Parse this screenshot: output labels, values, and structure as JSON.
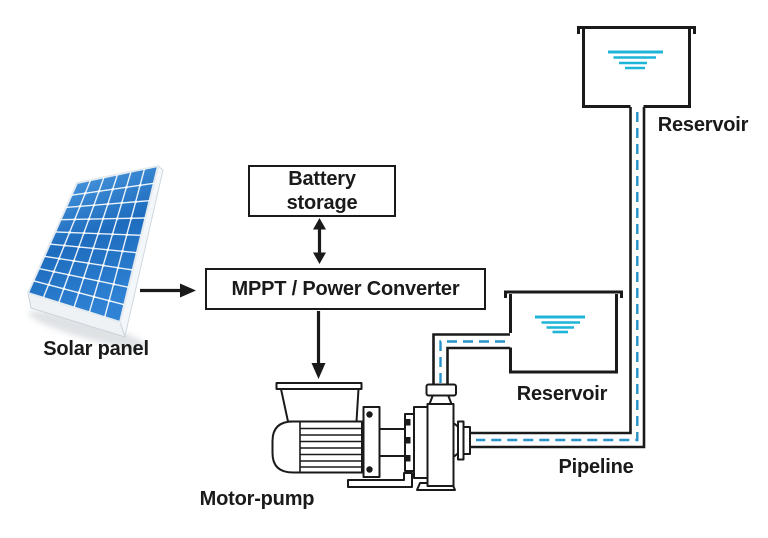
{
  "diagram": {
    "type": "solar-water-pumping-schematic",
    "labels": {
      "solar_panel": "Solar panel",
      "battery_storage_line1": "Battery",
      "battery_storage_line2": "storage",
      "power_converter": "MPPT / Power Converter",
      "motor_pump": "Motor-pump",
      "reservoir_upper": "Reservoir",
      "reservoir_lower": "Reservoir",
      "pipeline": "Pipeline"
    },
    "colors": {
      "outline": "#1a1a1a",
      "water": "#1db4d8",
      "flow_dash": "#2792c9",
      "panel_blue_light": "#58a7e8",
      "panel_blue_dark": "#1e6cbe",
      "panel_frame": "#eef2f5"
    },
    "connections": [
      {
        "from": "Solar panel",
        "to": "MPPT / Power Converter",
        "style": "arrow"
      },
      {
        "from": "Battery storage",
        "to": "MPPT / Power Converter",
        "style": "double-arrow"
      },
      {
        "from": "MPPT / Power Converter",
        "to": "Motor-pump",
        "style": "arrow"
      },
      {
        "from": "Reservoir (lower)",
        "to": "Motor-pump",
        "style": "dashed-flow-pipe"
      },
      {
        "from": "Motor-pump",
        "to": "Reservoir (upper)",
        "style": "dashed-flow-pipe via Pipeline"
      }
    ]
  }
}
